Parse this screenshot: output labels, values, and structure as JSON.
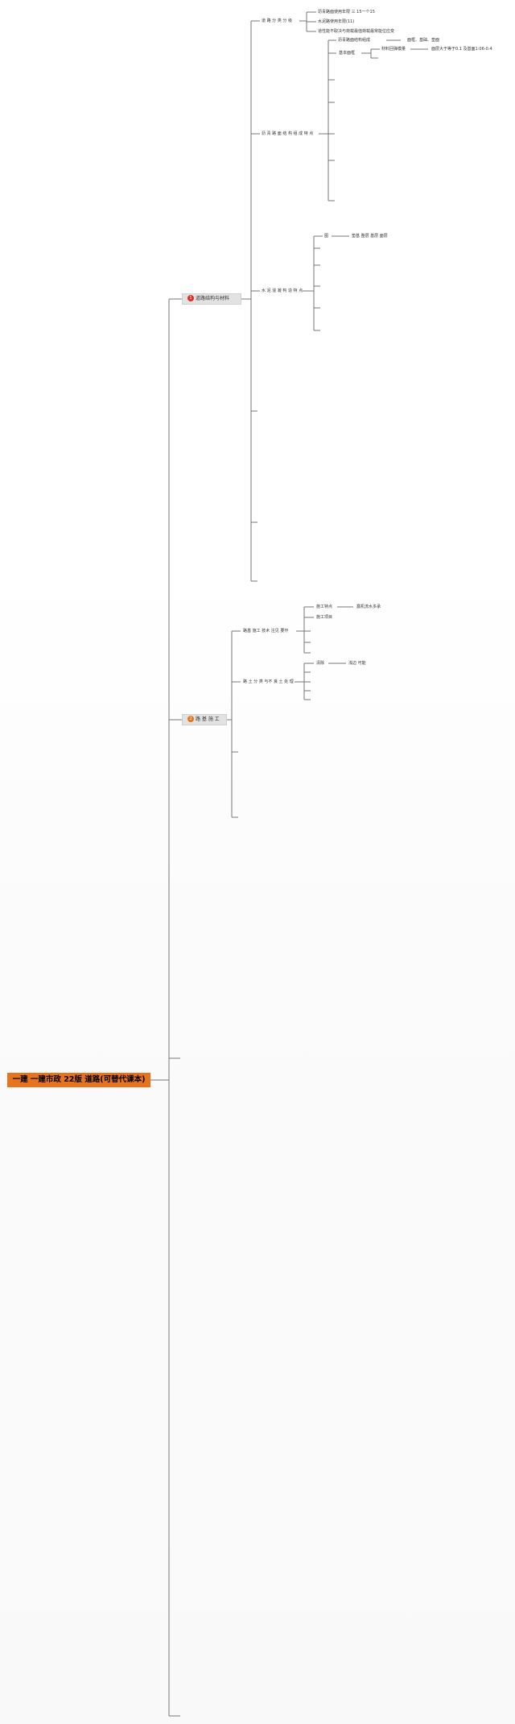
{
  "colors": {
    "root_bg": "#e8731f",
    "badge_1": "#d93025",
    "badge_2": "#e8731f",
    "branch_bg": "#e2e2e2"
  },
  "root": {
    "label": "一建 一建市政 22版 道路(可替代课本)"
  },
  "branch1": {
    "badge": "1",
    "label": "道路结构与材料",
    "children": {
      "road_class": {
        "label": "道 路 分 类 分 级",
        "items": [
          "沥青路面使用年限 三 15一个15",
          "水泥路使用年限(11)",
          "道性能不取决与荷载最值荷载最常能位应变"
        ]
      },
      "asphalt": {
        "label": "沥 青 路 面 结 构 组 成 特 点",
        "composition": {
          "label": "沥青路面结构组成",
          "value": "面框、基础、垫面"
        },
        "basic": {
          "label": "基本面框",
          "material": {
            "label": "材料回弹模量",
            "value": "面层大于等于0.1 及基面1:06-0.4"
          }
        }
      },
      "cement": {
        "label": "水 泥 混 凝 构 造 特 点",
        "item": {
          "label": "图",
          "value": "垫基 整层 基层 面层"
        }
      }
    }
  },
  "branch2": {
    "badge": "2",
    "label": "路 基 施 工",
    "children": {
      "construction": {
        "label": "路基 施工 技术 注见 要作",
        "points": {
          "label": "施工特点",
          "value": "露机流水多承"
        },
        "items": [
          "施工项目"
        ]
      },
      "soil": {
        "label": "路 土 分 类 与不 良 土 处 理",
        "item": {
          "label": "清除",
          "value": "浅边 可能"
        }
      }
    }
  }
}
